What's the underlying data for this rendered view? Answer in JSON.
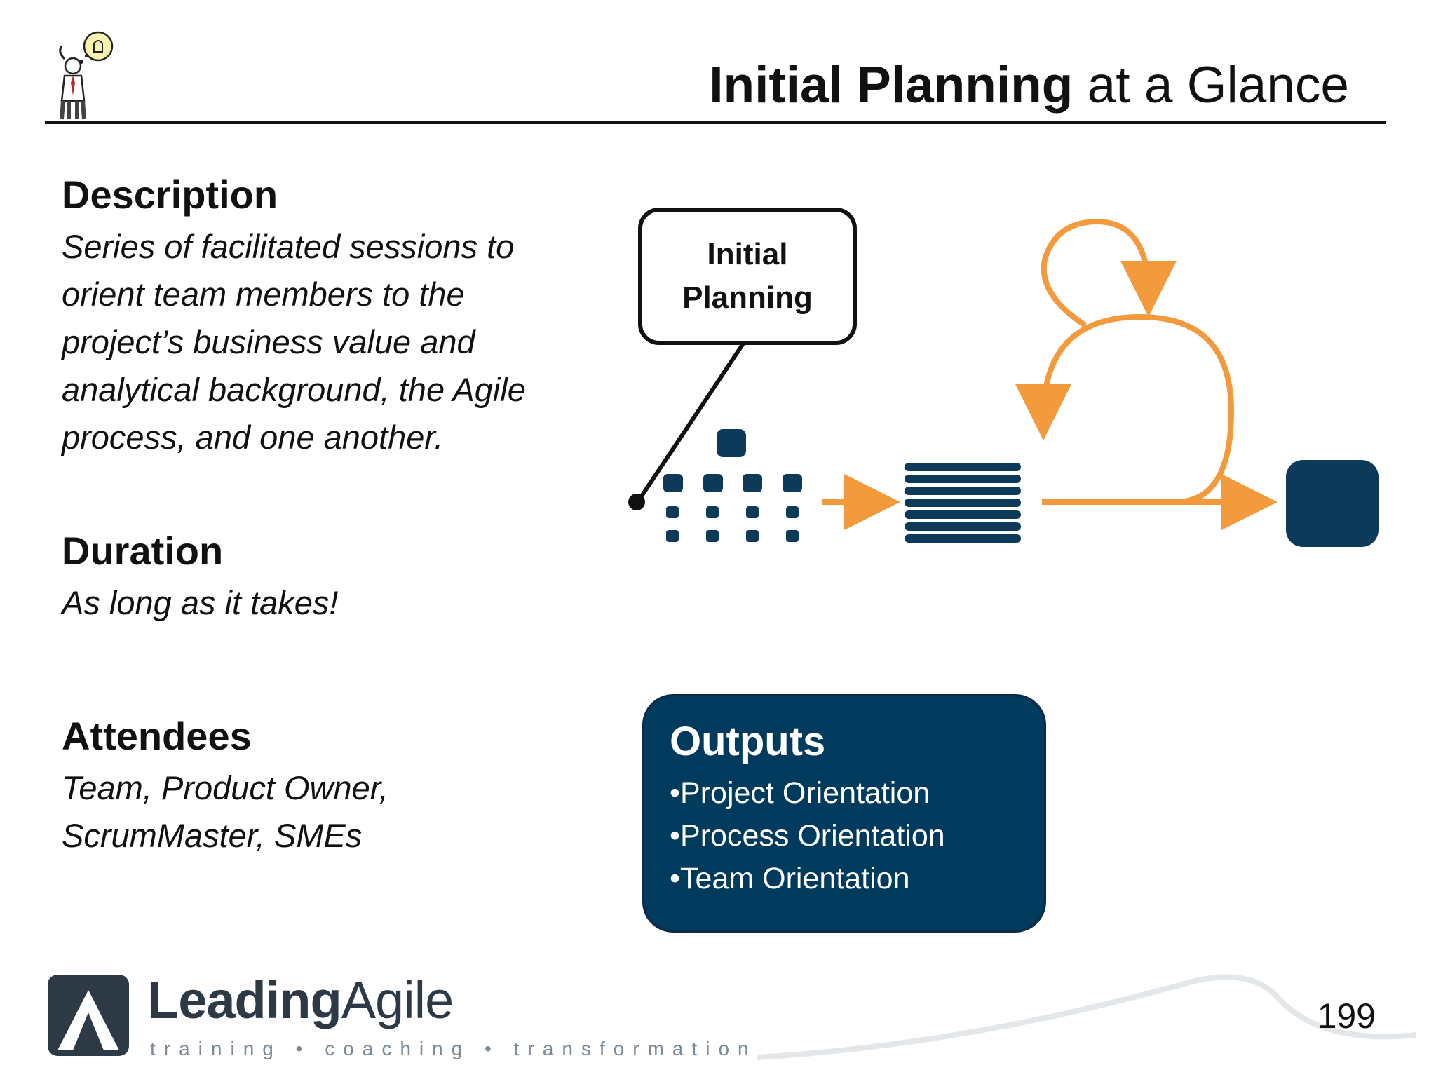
{
  "header": {
    "title_bold": "Initial Planning",
    "title_rest": " at a Glance"
  },
  "description": {
    "heading": "Description",
    "text": "Series of facilitated sessions to orient team members to the project’s business value and analytical background, the Agile process, and one another."
  },
  "duration": {
    "heading": "Duration",
    "text": "As long as it takes!"
  },
  "attendees": {
    "heading": "Attendees",
    "text": "Team, Product Owner, ScrumMaster, SMEs"
  },
  "diagram": {
    "callout_label": "Initial Planning"
  },
  "outputs": {
    "title": "Outputs",
    "items": [
      "•Project Orientation",
      "•Process Orientation",
      "•Team Orientation"
    ]
  },
  "footer": {
    "company_bold": "Leading",
    "company_rest": "Agile",
    "tagline": "training • coaching • transformation",
    "page_number": "199"
  },
  "colors": {
    "navy": "#003a5c",
    "orange": "#f39a3c",
    "ink": "#111111"
  },
  "icons": [
    "presenter-lightbulb-icon",
    "leadingagile-logo-icon"
  ]
}
